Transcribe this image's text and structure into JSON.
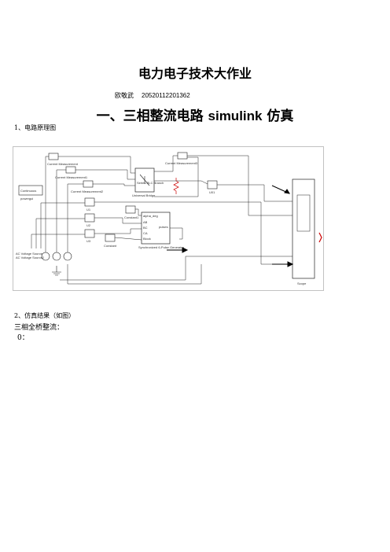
{
  "doc": {
    "title": "电力电子技术大作业",
    "author_name": "欧敬武",
    "student_id": "20520112201362",
    "heading_prefix": "一、三相整流电路 ",
    "heading_latin": "simulink",
    "heading_suffix": " 仿真",
    "section1": "1、电路原理图",
    "section2": "2、仿真结果（如图）",
    "subheading": "三相全桥整流：",
    "item": "0："
  },
  "diagram": {
    "blocks": {
      "current1": "Current Measurement",
      "current2": "Current Measurement1",
      "current3": "Current Measurement2",
      "current4": "Current Measurement3",
      "continuous": "Continuous",
      "powergui": "powergui",
      "bridge": "Universal Bridge",
      "load": "Series RLC Branch",
      "scope": "Scope",
      "constant1": "Constant1",
      "constant": "Constant",
      "pulse_gen": "Synchronized 6-Pulse Generator",
      "ac_source": "AC Voltage Source",
      "ac_source2": "AC Voltage Source2",
      "ab": "AB",
      "bc": "BC",
      "ca": "CA",
      "alpha": "alpha_deg",
      "block_in": "Block",
      "pulses": "pulses",
      "v1": "U1",
      "v2": "U2",
      "v3": "U3",
      "vout": "U01"
    }
  }
}
